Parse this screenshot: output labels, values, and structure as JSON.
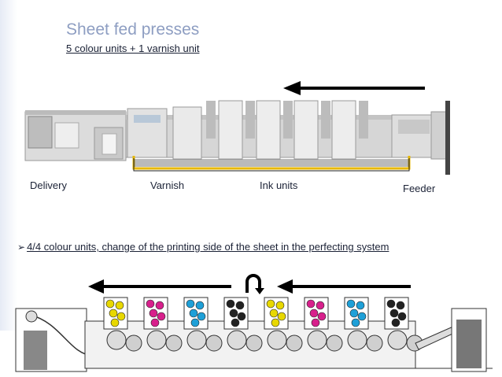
{
  "slide": {
    "title": "Sheet fed presses",
    "subtitle": "5 colour units + 1 varnish unit"
  },
  "press_labels": {
    "delivery": "Delivery",
    "varnish": "Varnish",
    "ink_units": "Ink units",
    "feeder": "Feeder"
  },
  "bullet": {
    "marker_icon": "arrow-bullet-icon",
    "text": "4/4 colour units, change of the printing side of the sheet in the perfecting system"
  },
  "colors": {
    "title": "#8e9ec2",
    "text": "#1b2236",
    "frame_yellow": "#e8b800",
    "ink_yellow": "#e8d800",
    "ink_magenta": "#d8208c",
    "ink_cyan": "#1ea0d8",
    "ink_black": "#222222"
  },
  "schematic": {
    "ink_unit_colors": [
      "yellow",
      "magenta",
      "cyan",
      "black",
      "yellow",
      "magenta",
      "cyan",
      "black"
    ]
  }
}
